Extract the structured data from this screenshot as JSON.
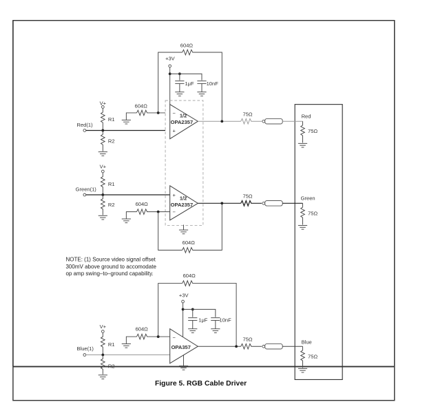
{
  "figure": {
    "caption": "Figure 5. RGB Cable Driver",
    "note_lines": [
      "NOTE: (1) Source video signal offset",
      "300mV above ground to accomodate",
      "op amp swing–to–ground capability."
    ]
  },
  "channels": [
    {
      "name": "Red",
      "input_label": "Red(1)",
      "supply_label": "V+",
      "r1": "R1",
      "r2": "R2",
      "gain_resistor": "604Ω",
      "feedback_resistor": "604Ω",
      "series_resistor": "75Ω",
      "load_label": "Red",
      "load_resistor": "75Ω",
      "opamp": {
        "line1": "1/2",
        "line2": "OPA2357"
      }
    },
    {
      "name": "Green",
      "input_label": "Green(1)",
      "supply_label": "V+",
      "r1": "R1",
      "r2": "R2",
      "gain_resistor": "604Ω",
      "feedback_resistor": "604Ω",
      "series_resistor": "75Ω",
      "load_label": "Green",
      "load_resistor": "75Ω",
      "opamp": {
        "line1": "1/2",
        "line2": "OPA2357"
      }
    },
    {
      "name": "Blue",
      "input_label": "Blue(1)",
      "supply_label": "V+",
      "r1": "R1",
      "r2": "R2",
      "gain_resistor": "604Ω",
      "feedback_resistor": "604Ω",
      "series_resistor": "75Ω",
      "load_label": "Blue",
      "load_resistor": "75Ω",
      "opamp": {
        "line1": "",
        "line2": "OPA357"
      }
    }
  ],
  "supplies": [
    {
      "label": "+3V",
      "cap1": "1μF",
      "cap2": "10nF"
    },
    {
      "label": "+3V",
      "cap1": "1μF",
      "cap2": "10nF"
    }
  ],
  "pin_labels": {
    "minus": "−",
    "plus": "+"
  }
}
